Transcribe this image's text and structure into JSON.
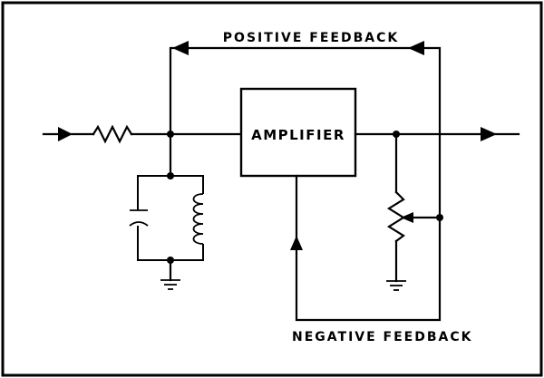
{
  "diagram": {
    "amplifier_label": "AMPLIFIER",
    "positive_feedback_label": "POSITIVE FEEDBACK",
    "negative_feedback_label": "NEGATIVE FEEDBACK"
  }
}
